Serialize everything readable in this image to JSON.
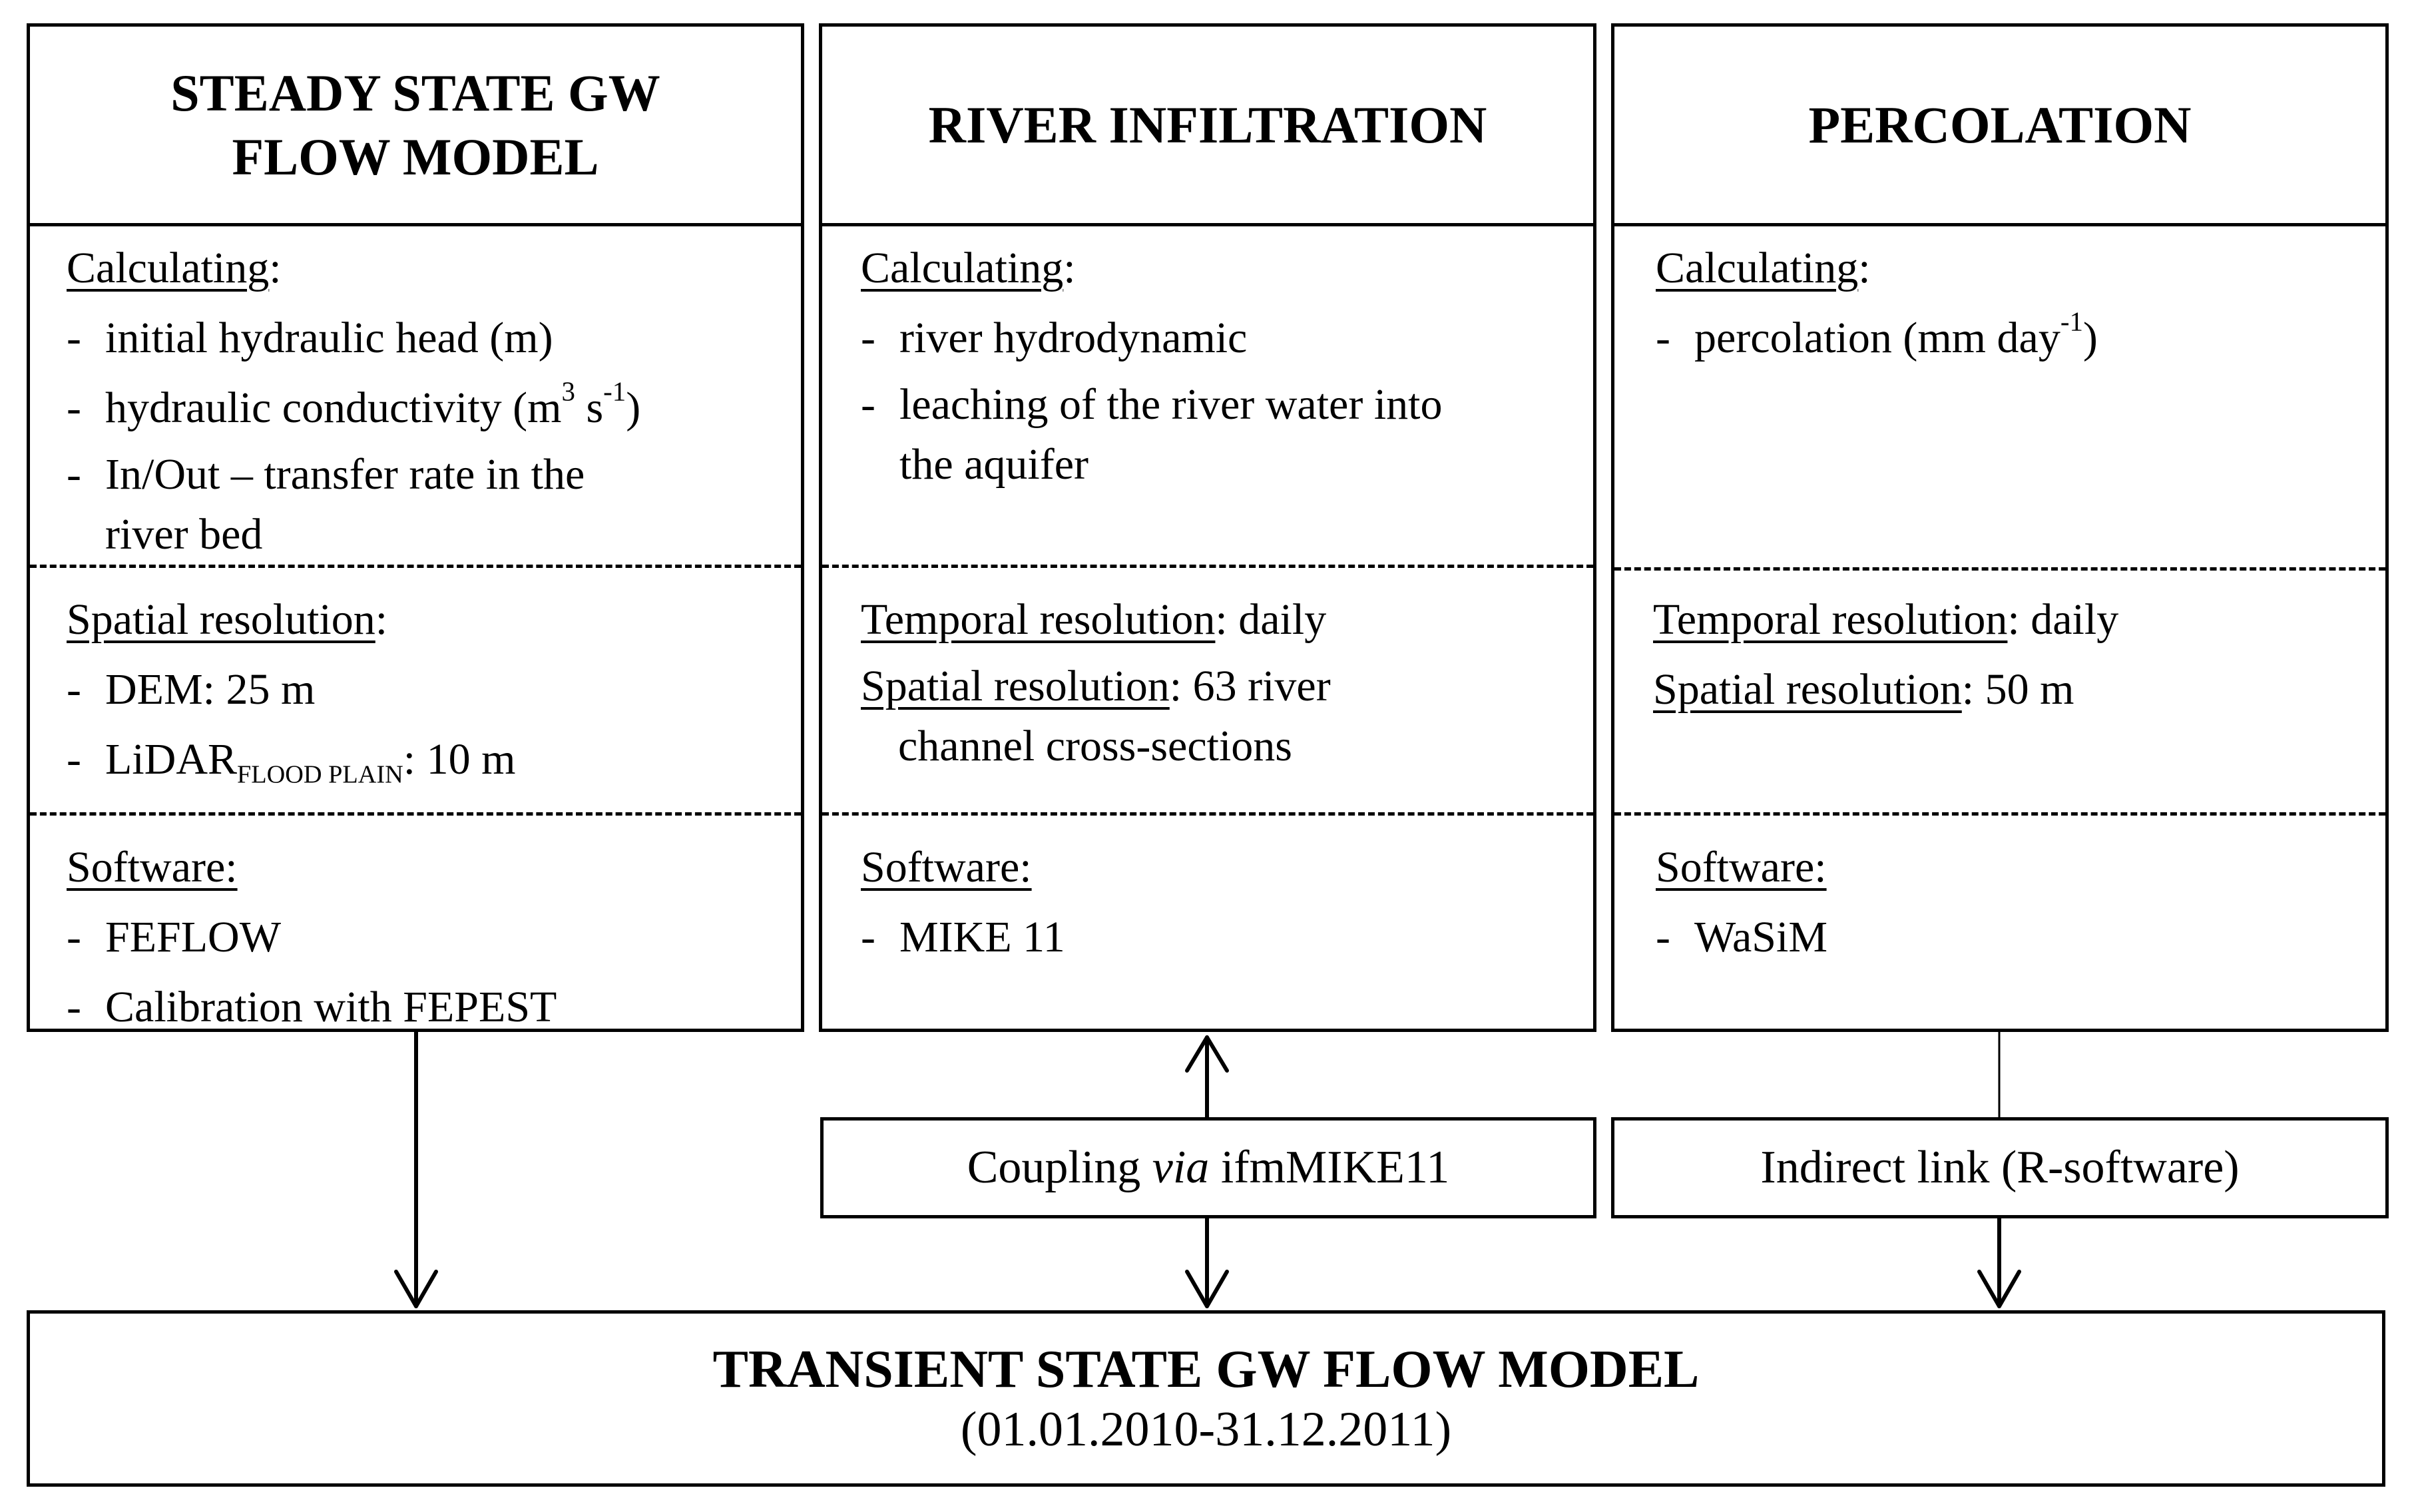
{
  "steady": {
    "title_line1": "STEADY STATE GW",
    "title_line2": "FLOW MODEL",
    "calc_label": "Calculating",
    "calc_items": {
      "item1": "initial hydraulic head (m)",
      "item2_pre": "hydraulic conductivity (m",
      "item2_sup1": "3",
      "item2_mid": " s",
      "item2_sup2": "-1",
      "item2_post": ")",
      "item3_line1": "In/Out – transfer rate in the",
      "item3_line2": "river bed"
    },
    "spatial_label": "Spatial resolution",
    "spatial_items": {
      "dem": "DEM: 25 m",
      "lidar_pre": "LiDAR",
      "lidar_sub": "FLOOD PLAIN",
      "lidar_post": ": 10 m"
    },
    "software_label": "Software:",
    "software_items": [
      "FEFLOW",
      "Calibration with FEPEST"
    ]
  },
  "river": {
    "title": "RIVER INFILTRATION",
    "calc_label": "Calculating",
    "calc_items": {
      "item1": "river hydrodynamic",
      "item2_line1": "leaching of the river water into",
      "item2_line2": "the aquifer"
    },
    "temporal_label": "Temporal resolution",
    "temporal_value": ": daily",
    "spatial_label": "Spatial resolution",
    "spatial_value": ": 63 river",
    "spatial_cont": "channel cross-sections",
    "software_label": "Software:",
    "software_items": [
      "MIKE 11"
    ]
  },
  "perc": {
    "title": "PERCOLATION",
    "calc_label": "Calculating",
    "calc_item_pre": "percolation (mm day",
    "calc_item_sup": "-1",
    "calc_item_post": ")",
    "temporal_label": "Temporal resolution",
    "temporal_value": ": daily",
    "spatial_label": "Spatial resolution",
    "spatial_value": ": 50 m",
    "software_label": "Software:",
    "software_items": [
      "WaSiM"
    ]
  },
  "links": {
    "coupling_pre": "Coupling ",
    "coupling_via": "via",
    "coupling_post": " ifmMIKE11",
    "indirect": "Indirect link (R-software)"
  },
  "final": {
    "title": "TRANSIENT STATE GW FLOW MODEL",
    "dates": "(01.01.2010-31.12.2011)"
  }
}
